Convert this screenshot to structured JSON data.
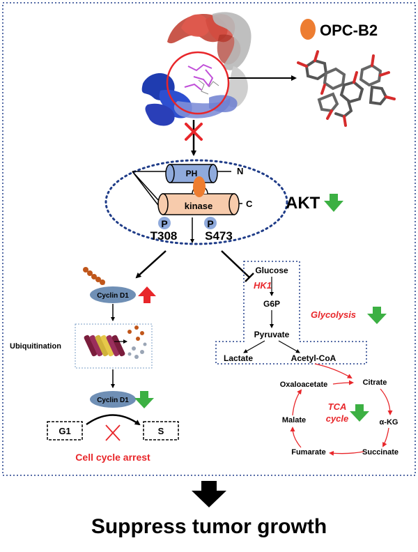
{
  "ligand": {
    "name": "OPC-B2"
  },
  "akt": {
    "domain_ph": "PH",
    "domain_kinase": "kinase",
    "n_term": "N",
    "c_term": "C",
    "phospho_symbol": "P",
    "site_1": "T308",
    "site_2": "S473",
    "label": "AKT"
  },
  "cell_cycle": {
    "protein": "Cyclin D1",
    "ubiquitination": "Ubiquitination",
    "phase_1": "G1",
    "phase_2": "S",
    "outcome": "Cell cycle arrest"
  },
  "glycolysis": {
    "glucose": "Glucose",
    "enzyme": "HK1",
    "g6p": "G6P",
    "pyruvate": "Pyruvate",
    "lactate": "Lactate",
    "acetyl_coa": "Acetyl-CoA",
    "label": "Glycolysis"
  },
  "tca": {
    "label_line1": "TCA",
    "label_line2": "cycle",
    "oxaloacetate": "Oxaloacetate",
    "citrate": "Citrate",
    "akg": "α-KG",
    "succinate": "Succinate",
    "fumarate": "Fumarate",
    "malate": "Malate"
  },
  "conclusion": "Suppress tumor growth",
  "colors": {
    "down_arrow": "#3cb043",
    "up_arrow": "#e8262a",
    "inhibit_x": "#e8262a",
    "ligand": "#ed7d31",
    "dotted_border": "#1f3c88",
    "cyclin": "#6f8fb5",
    "kinase_fill": "#f7cbac",
    "ph_fill": "#8faadc",
    "red_text": "#e8262a"
  },
  "icons": {
    "down": "down-arrow-icon",
    "up": "up-arrow-icon",
    "block": "cross-icon"
  }
}
